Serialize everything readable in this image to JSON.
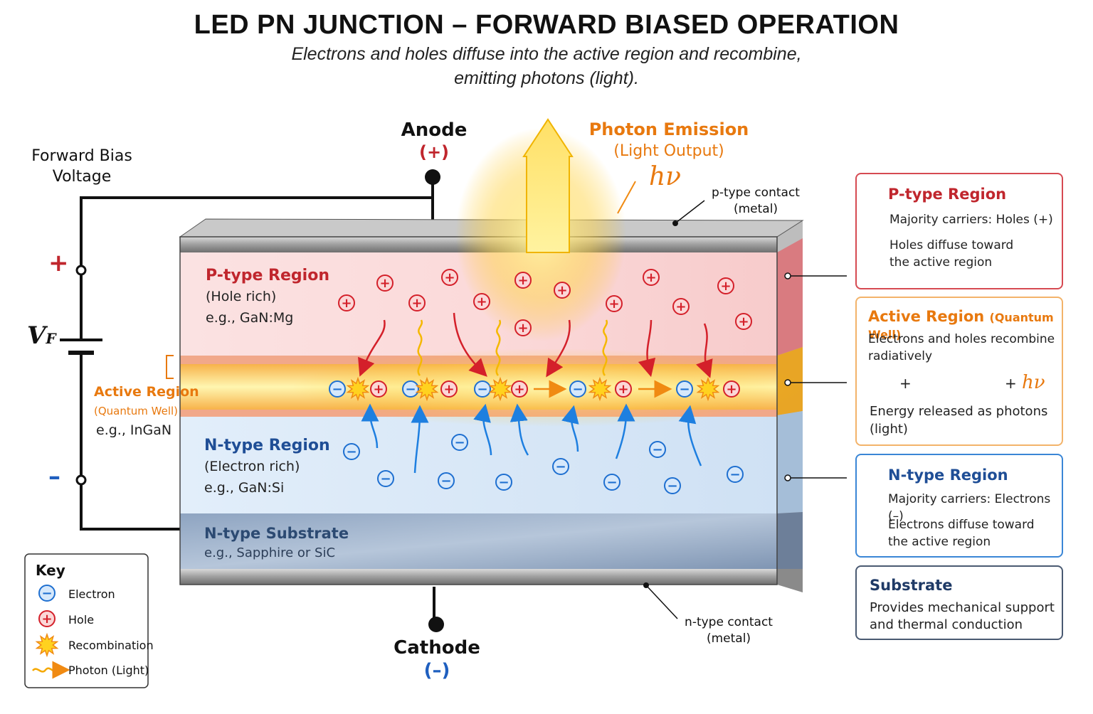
{
  "title": "LED PN JUNCTION – FORWARD BIASED OPERATION",
  "subtitle_line1": "Electrons and holes diffuse into the active region and recombine,",
  "subtitle_line2": "emitting photons (light).",
  "circuit": {
    "label_line1": "Forward Bias",
    "label_line2": "Voltage",
    "plus": "+",
    "minus": "–",
    "vf_main": "V",
    "vf_sub": "F"
  },
  "anode": {
    "label": "Anode",
    "sign": "(+)"
  },
  "cathode": {
    "label": "Cathode",
    "sign": "(–)"
  },
  "photon": {
    "line1": "Photon Emission",
    "line2": "(Light Output)",
    "symbol": "hν"
  },
  "p_contact": {
    "line1": "p-type contact",
    "line2": "(metal)"
  },
  "n_contact": {
    "line1": "n-type contact",
    "line2": "(metal)"
  },
  "p_region": {
    "title": "P-type Region",
    "line1": "(Hole rich)",
    "line2": "e.g., GaN:Mg"
  },
  "active_region": {
    "title": "Active Region",
    "line1": "(Quantum Well)",
    "line2": "e.g., InGaN"
  },
  "n_region": {
    "title": "N-type Region",
    "line1": "(Electron rich)",
    "line2": "e.g., GaN:Si"
  },
  "substrate": {
    "title": "N-type Substrate",
    "line1": "e.g., Sapphire or SiC"
  },
  "symbols": {
    "plus": "+",
    "minus": "−"
  },
  "cards": {
    "p": {
      "title": "P-type Region",
      "line1": "Majority carriers: Holes (+)",
      "line2": "Holes diffuse toward",
      "line3": "the active region"
    },
    "active": {
      "title": "Active Region",
      "title_sub": "(Quantum Well)",
      "line1": "Electrons and holes recombine",
      "line2": "radiatively",
      "eq_plus1": "+",
      "eq_plus2": "+",
      "eq_hv": "hν",
      "line3": "Energy released as photons",
      "line4": "(light)"
    },
    "n": {
      "title": "N-type Region",
      "line1": "Majority carriers: Electrons (–)",
      "line2": "Electrons diffuse toward",
      "line3": "the active region"
    },
    "substrate": {
      "title": "Substrate",
      "line1": "Provides mechanical support",
      "line2": "and thermal conduction"
    }
  },
  "key": {
    "title": "Key",
    "items": [
      "Electron",
      "Hole",
      "Recombination",
      "Photon (Light)"
    ]
  },
  "colors": {
    "p_red": "#c0262d",
    "active_orange": "#e8790f",
    "n_blue": "#1f4e96",
    "substrate_blue": "#2c4a72",
    "hole_fill": "#fbd7d7",
    "electron_fill": "#d6e8fb"
  }
}
